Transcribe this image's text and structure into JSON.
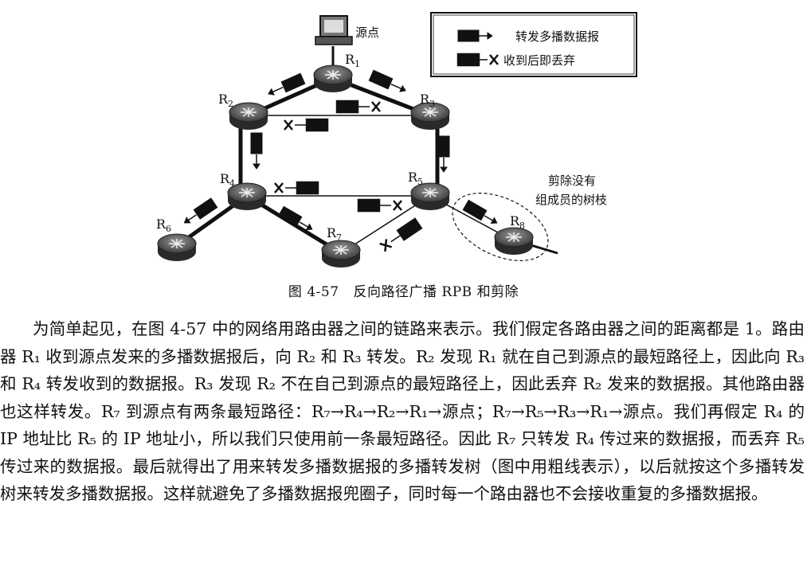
{
  "figure": {
    "source_label": "源点",
    "routers": [
      "R1",
      "R2",
      "R3",
      "R4",
      "R5",
      "R6",
      "R7",
      "R8"
    ],
    "legend": {
      "forward": "转发多播数据报",
      "discard": "收到后即丢弃"
    },
    "prune_note": [
      "剪除没有",
      "组成员的树枝"
    ]
  },
  "caption": {
    "number": "图 4-57",
    "title": "反向路径广播 RPB 和剪除"
  },
  "paragraph": "为简单起见，在图 4-57 中的网络用路由器之间的链路来表示。我们假定各路由器之间的距离都是 1。路由器 R₁ 收到源点发来的多播数据报后，向 R₂ 和 R₃ 转发。R₂ 发现 R₁ 就在自己到源点的最短路径上，因此向 R₃ 和 R₄ 转发收到的数据报。R₃ 发现 R₂ 不在自己到源点的最短路径上，因此丢弃 R₂ 发来的数据报。其他路由器也这样转发。R₇ 到源点有两条最短路径：R₇→R₄→R₂→R₁→源点；R₇→R₅→R₃→R₁→源点。我们再假定 R₄ 的 IP 地址比 R₅ 的 IP 地址小，所以我们只使用前一条最短路径。因此 R₇ 只转发 R₄ 传过来的数据报，而丢弃 R₅ 传过来的数据报。最后就得出了用来转发多播数据报的多播转发树（图中用粗线表示），以后就按这个多播转发树来转发多播数据报。这样就避免了多播数据报兜圈子，同时每一个路由器也不会接收重复的多播数据报。"
}
